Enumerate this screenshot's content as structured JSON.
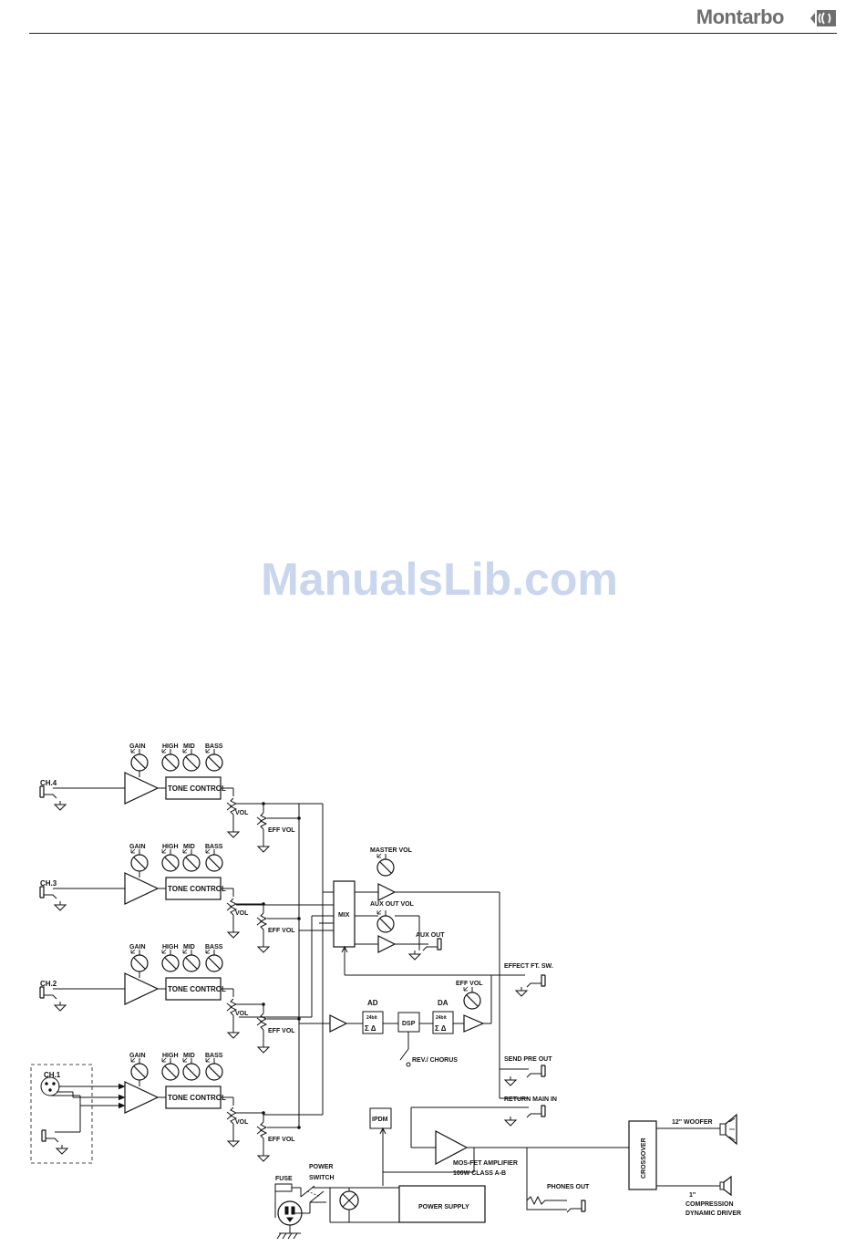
{
  "header": {
    "brand": "Montarbo"
  },
  "watermark": "ManualsLib.com",
  "diagram": {
    "channels": [
      {
        "input": "CH.4",
        "gain": "GAIN",
        "high": "HIGH",
        "mid": "MID",
        "bass": "BASS",
        "tone": "TONE CONTROL",
        "vol": "VOL",
        "eff_vol": "EFF VOL"
      },
      {
        "input": "CH.3",
        "gain": "GAIN",
        "high": "HIGH",
        "mid": "MID",
        "bass": "BASS",
        "tone": "TONE CONTROL",
        "vol": "VOL",
        "eff_vol": "EFF VOL"
      },
      {
        "input": "CH.2",
        "gain": "GAIN",
        "high": "HIGH",
        "mid": "MID",
        "bass": "BASS",
        "tone": "TONE CONTROL",
        "vol": "VOL",
        "eff_vol": "EFF VOL"
      },
      {
        "input": "CH.1",
        "gain": "GAIN",
        "high": "HIGH",
        "mid": "MID",
        "bass": "BASS",
        "tone": "TONE CONTROL",
        "vol": "VOL",
        "eff_vol": "EFF VOL"
      }
    ],
    "mix": "MIX",
    "master_vol": "MASTER VOL",
    "aux_out_vol": "AUX OUT  VOL",
    "aux_out": "AUX OUT",
    "effect_ft_sw": "EFFECT FT. SW.",
    "ad": "AD",
    "ad_bits": "24bit",
    "dsp": "DSP",
    "da": "DA",
    "da_bits": "24bit",
    "sigma_delta": "Σ Δ",
    "dsp_eff_vol": "EFF VOL",
    "rev_chorus": "REV./ CHORUS",
    "send_pre_out": "SEND PRE OUT",
    "return_main_in": "RETURN MAIN IN",
    "ipdm": "IPDM",
    "amp_line1": "MOS-FET AMPLIFIER",
    "amp_line2": "100W CLASS A-B",
    "phones_out": "PHONES OUT",
    "crossover": "CROSSOVER",
    "woofer": "12\"  WOOFER",
    "driver_line1": "1\"",
    "driver_line2": "COMPRESSION",
    "driver_line3": "DYNAMIC DRIVER",
    "fuse": "FUSE",
    "power_switch_line1": "POWER",
    "power_switch_line2": "SWITCH",
    "power_supply": "POWER SUPPLY"
  }
}
